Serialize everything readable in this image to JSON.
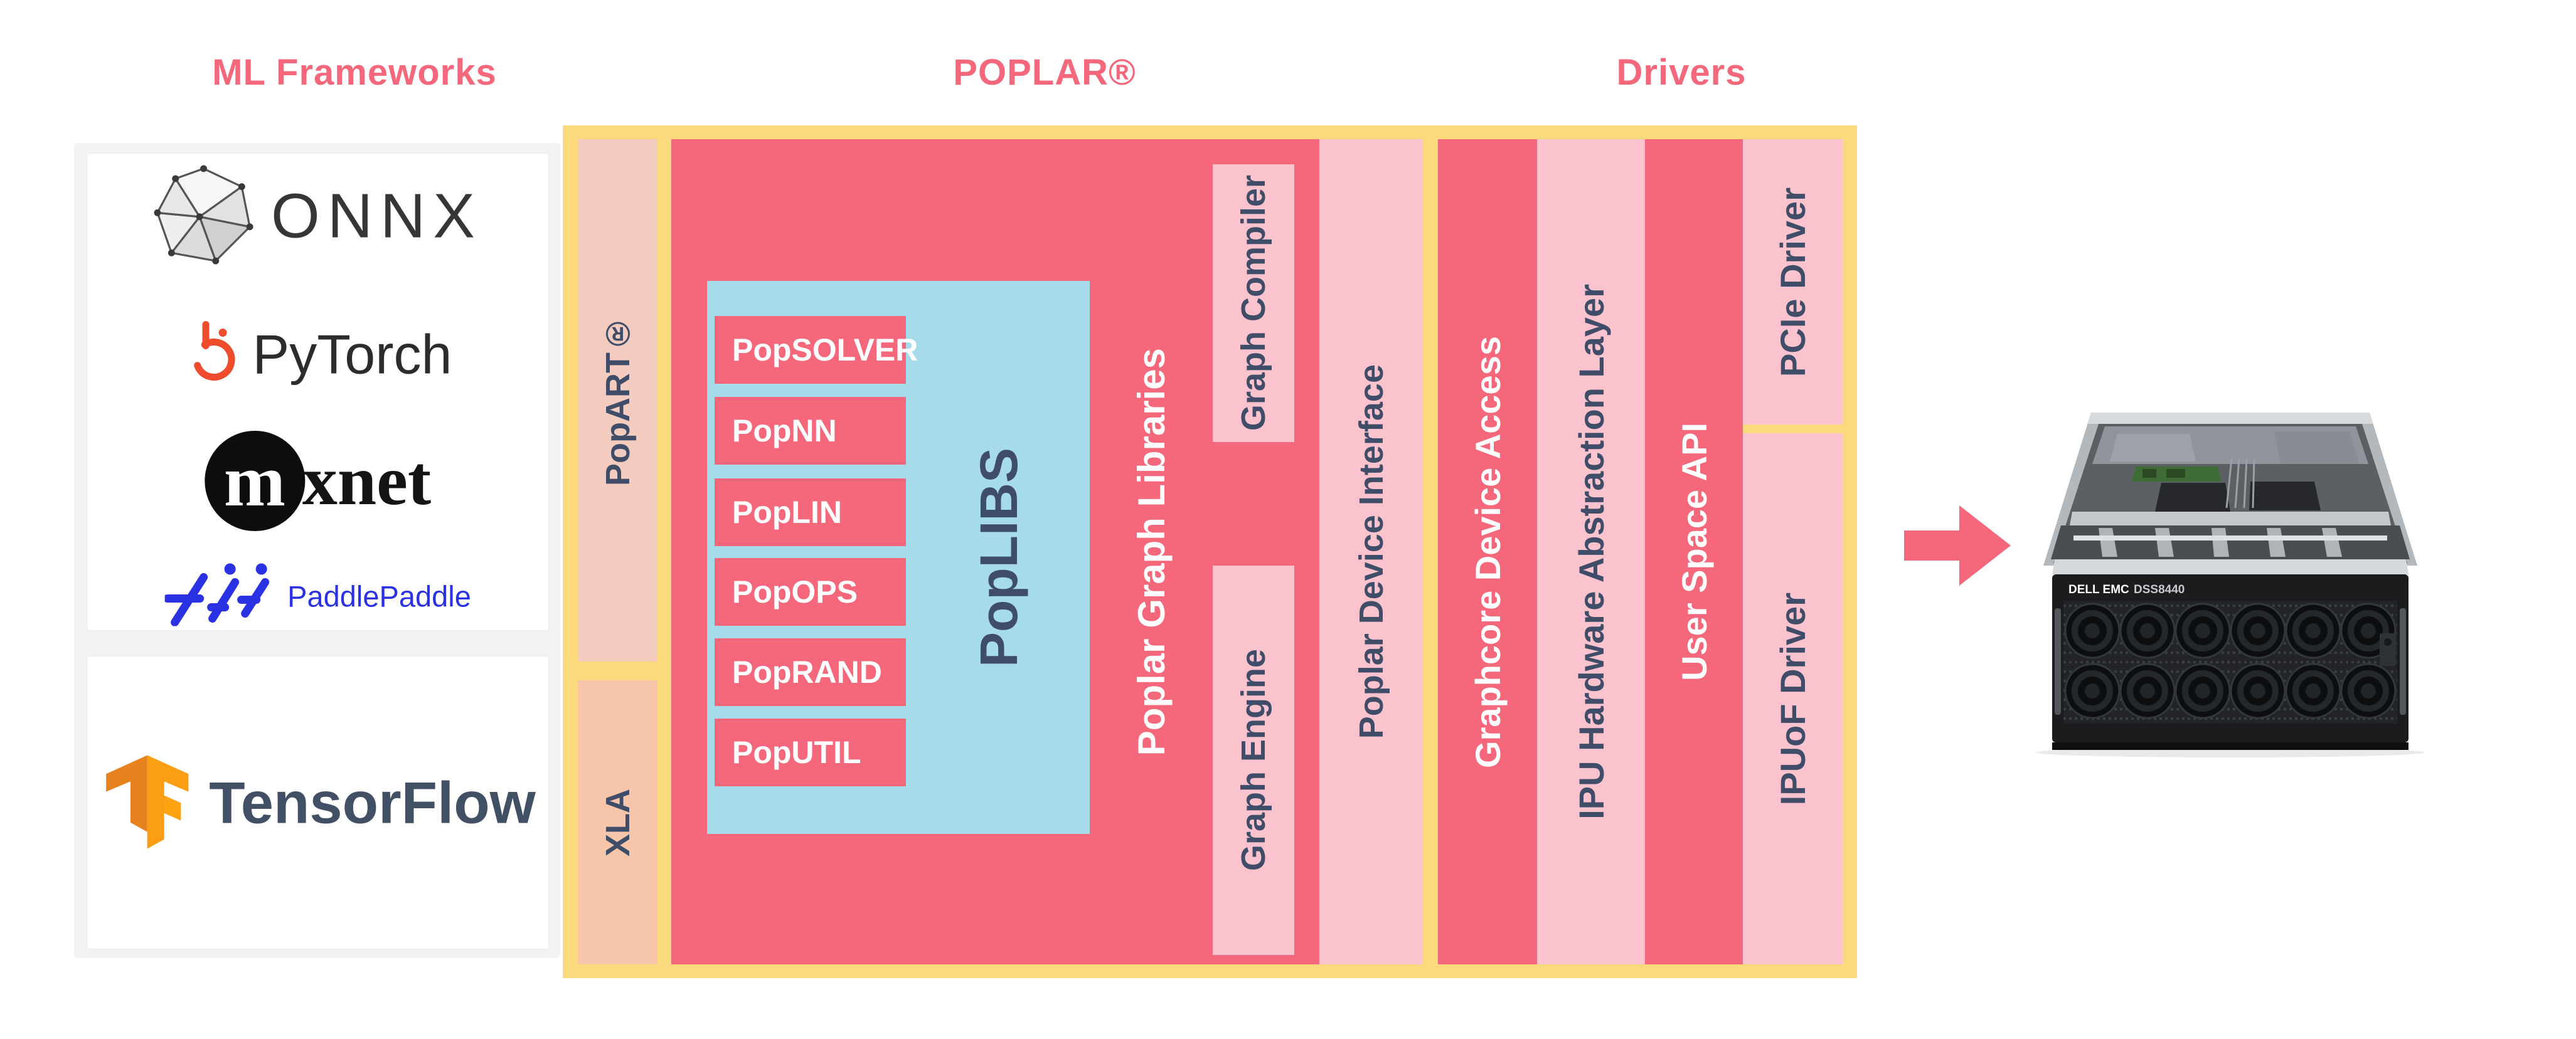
{
  "headers": {
    "ml_frameworks": "ML Frameworks",
    "poplar": "POPLAR®",
    "drivers": "Drivers"
  },
  "ml_frameworks": {
    "onnx": "ONNX",
    "pytorch": "PyTorch",
    "mxnet_m": "m",
    "mxnet_rest": "xnet",
    "paddlepaddle": "PaddlePaddle",
    "tensorflow": "TensorFlow"
  },
  "poplar": {
    "popart": "PopART®",
    "xla": "XLA",
    "poplibs": "PopLIBS",
    "libs": [
      "PopSOLVER",
      "PopNN",
      "PopLIN",
      "PopOPS",
      "PopRAND",
      "PopUTIL"
    ],
    "graph_libraries": "Poplar Graph Libraries",
    "graph_compiler": "Graph Compiler",
    "graph_engine": "Graph Engine",
    "device_interface": "Poplar Device Interface"
  },
  "drivers": {
    "device_access": "Graphcore Device Access",
    "hal": "IPU Hardware Abstraction Layer",
    "user_space_api": "User Space API",
    "pcie": "PCIe Driver",
    "ipuof": "IPUoF Driver"
  },
  "server": {
    "brand": "DELL EMC",
    "model": "DSS8440"
  },
  "colors": {
    "accent_red": "#F5687C",
    "frame_yellow": "#FBDA7D",
    "light_pink": "#FBC3CE",
    "peach_popart": "#F4CBBF",
    "peach_xla": "#F6C5AA",
    "poplibs_blue": "#A6DBEA",
    "navy_text": "#404D68",
    "paddle_blue": "#2B32E3",
    "pytorch_orange": "#EE4C2C",
    "tensorflow_orange": "#FFA312",
    "tensorflow_text": "#425066"
  }
}
